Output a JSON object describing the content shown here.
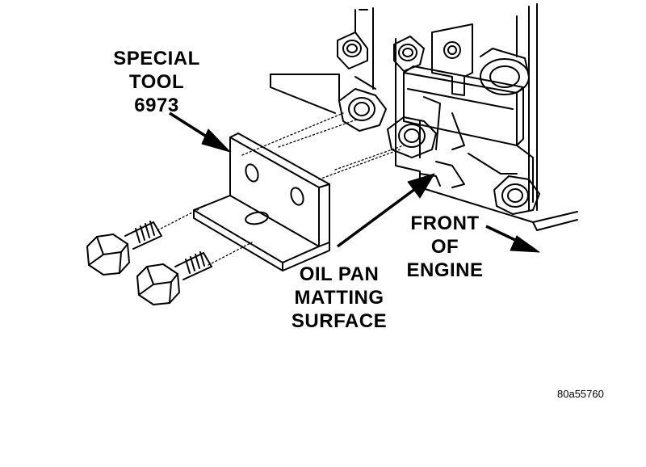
{
  "labels": {
    "special_tool": [
      "SPECIAL",
      "TOOL",
      "6973"
    ],
    "front_of_engine": [
      "FRONT",
      "OF",
      "ENGINE"
    ],
    "oil_pan_surface": [
      "OIL PAN",
      "MATTING",
      "SURFACE"
    ]
  },
  "figure_id": "80a55760",
  "colors": {
    "ink": "#000000",
    "paper": "#ffffff"
  }
}
